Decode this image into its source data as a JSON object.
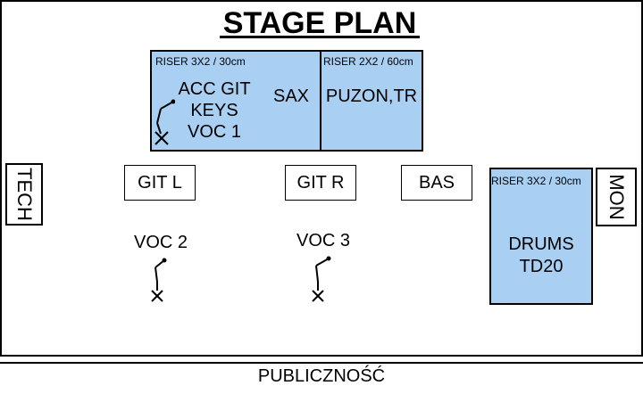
{
  "title": "STAGE PLAN",
  "risers": {
    "front_left": {
      "label": "RISER 3X2 / 30cm",
      "lines": [
        "ACC GIT",
        "KEYS",
        "VOC 1"
      ],
      "sax": "SAX"
    },
    "front_right": {
      "label": "RISER 2X2 / 60cm",
      "text": "PUZON,TR"
    },
    "drums": {
      "label": "RISER 3X2 / 30cm",
      "lines": [
        "DRUMS",
        "TD20"
      ]
    }
  },
  "amps": {
    "git_l": "GIT L",
    "git_r": "GIT R",
    "bas": "BAS"
  },
  "vocals": {
    "voc2": "VOC 2",
    "voc3": "VOC 3"
  },
  "side": {
    "tech": "TECH",
    "mon": "MON"
  },
  "audience": "PUBLICZNOŚĆ",
  "colors": {
    "riser_fill": "#a9cff2",
    "line": "#000000"
  },
  "icons": [
    "microphone-stand-icon"
  ]
}
